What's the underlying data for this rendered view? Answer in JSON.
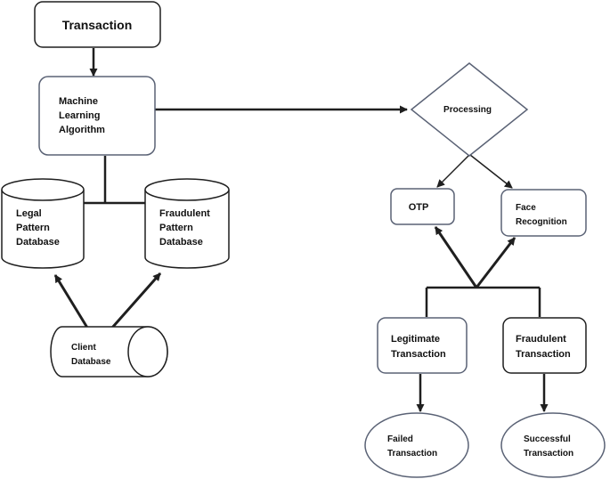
{
  "nodes": {
    "transaction": "Transaction",
    "ml_algorithm": [
      "Machine",
      "Learning",
      "Algorithm"
    ],
    "legal_db": [
      "Legal",
      "Pattern",
      "Database"
    ],
    "fraud_db": [
      "Fraudulent",
      "Pattern",
      "Database"
    ],
    "client_db": [
      "Client",
      "Database"
    ],
    "processing": "Processing",
    "otp": "OTP",
    "face_recognition": [
      "Face",
      "Recognition"
    ],
    "legitimate_transaction": [
      "Legitimate",
      "Transaction"
    ],
    "fraudulent_transaction": [
      "Fraudulent",
      "Transaction"
    ],
    "failed_transaction": [
      "Failed",
      "Transaction"
    ],
    "successful_transaction": [
      "Successful",
      "Transaction"
    ]
  },
  "colors": {
    "stroke": "#1f1f1f",
    "node_border": "#5a6275",
    "text": "#111111",
    "background": "#ffffff"
  }
}
